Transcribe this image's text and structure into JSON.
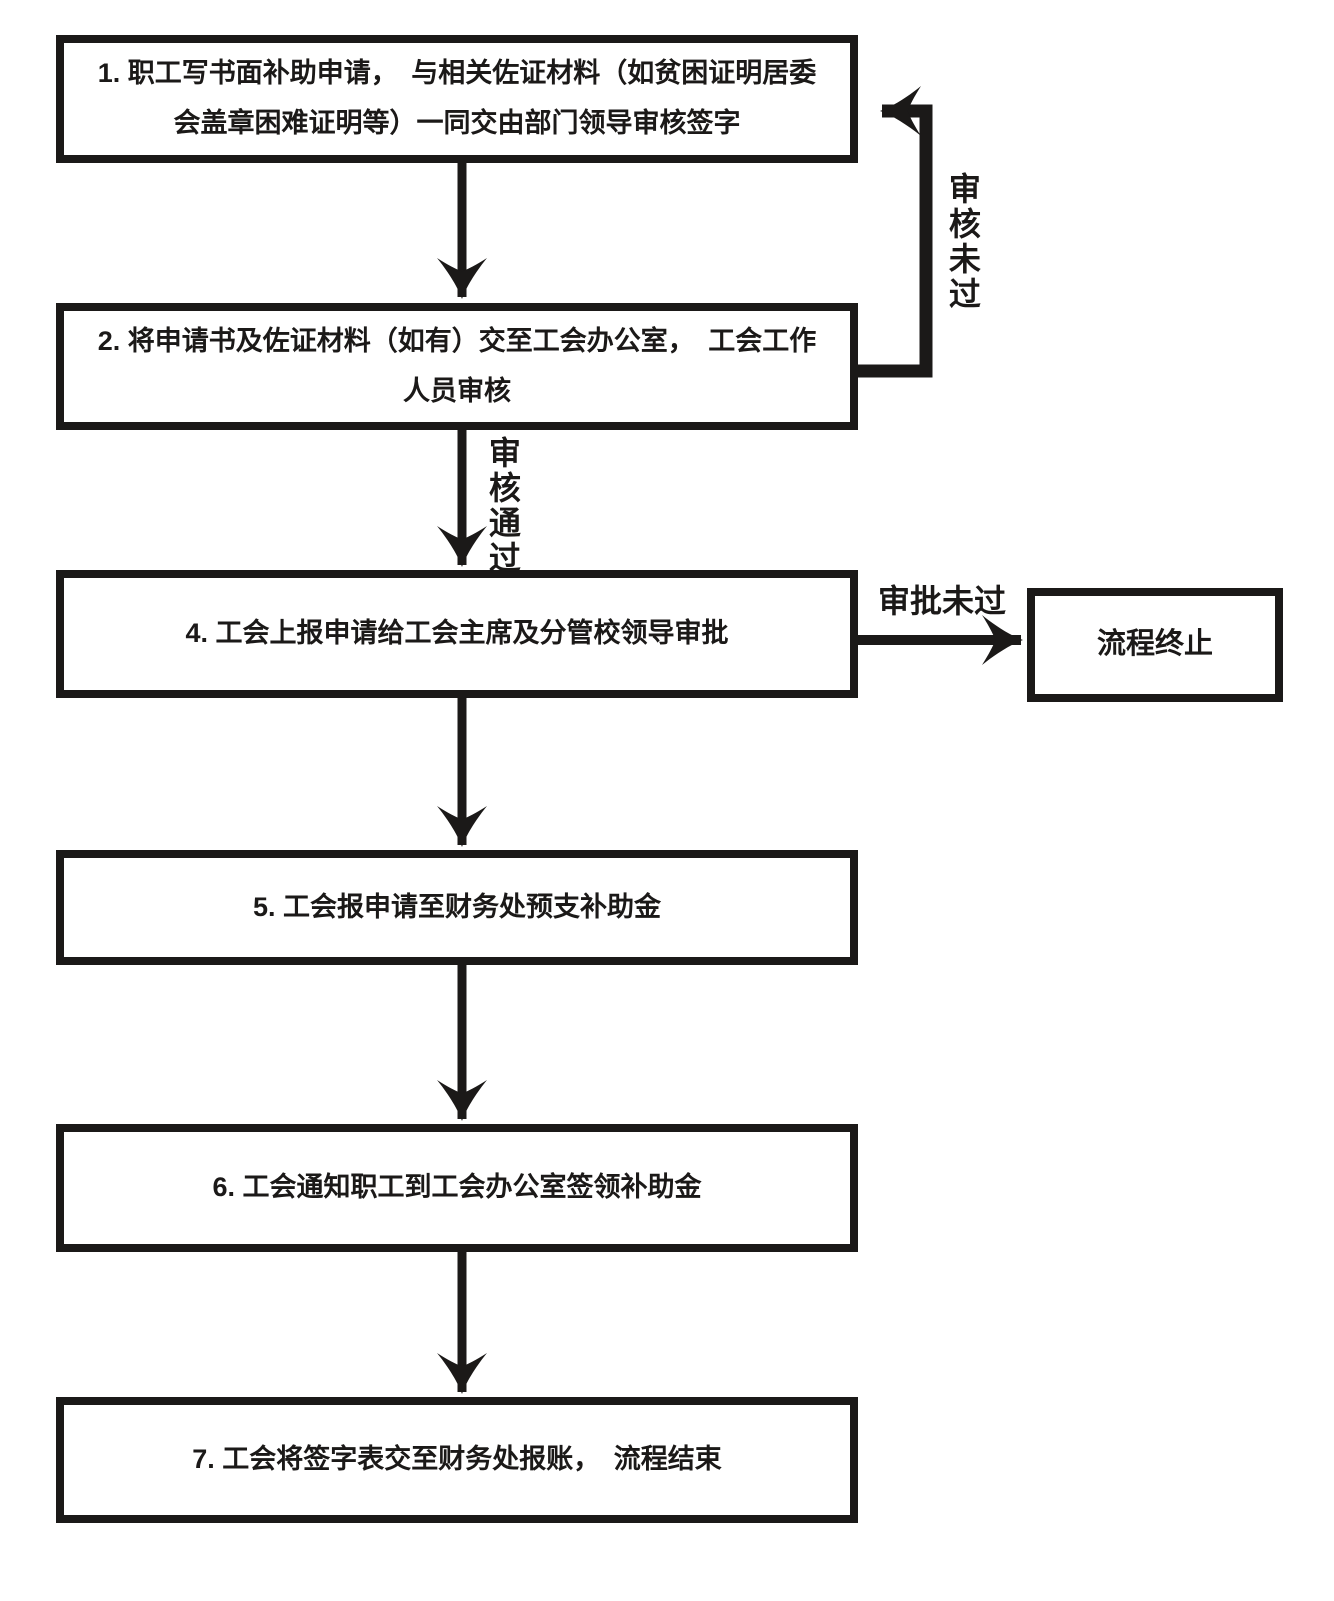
{
  "colors": {
    "ink": "#1b1918",
    "background": "#ffffff"
  },
  "nodes": {
    "step1": {
      "text": "1. 职工写书面补助申请，　与相关佐证材料（如贫困证明居委\n会盖章困难证明等）一同交由部门领导审核签字"
    },
    "step2": {
      "text": "2. 将申请书及佐证材料（如有）交至工会办公室，　工会工作\n人员审核"
    },
    "step4": {
      "text": "4. 工会上报申请给工会主席及分管校领导审批"
    },
    "step5": {
      "text": "5. 工会报申请至财务处预支补助金"
    },
    "step6": {
      "text": "6. 工会通知职工到工会办公室签领补助金"
    },
    "step7": {
      "text": "7. 工会将签字表交至财务处报账，　流程结束"
    },
    "terminate": {
      "text": "流程终止"
    }
  },
  "labels": {
    "review_failed": "审核未过",
    "review_passed": "审核通过",
    "approval_failed": "审批未过"
  },
  "edges": [
    {
      "from": "step1",
      "to": "step2",
      "label": ""
    },
    {
      "from": "step2",
      "to": "step1",
      "label": "审核未过"
    },
    {
      "from": "step2",
      "to": "step4",
      "label": "审核通过"
    },
    {
      "from": "step4",
      "to": "terminate",
      "label": "审批未过"
    },
    {
      "from": "step4",
      "to": "step5",
      "label": ""
    },
    {
      "from": "step5",
      "to": "step6",
      "label": ""
    },
    {
      "from": "step6",
      "to": "step7",
      "label": ""
    }
  ]
}
